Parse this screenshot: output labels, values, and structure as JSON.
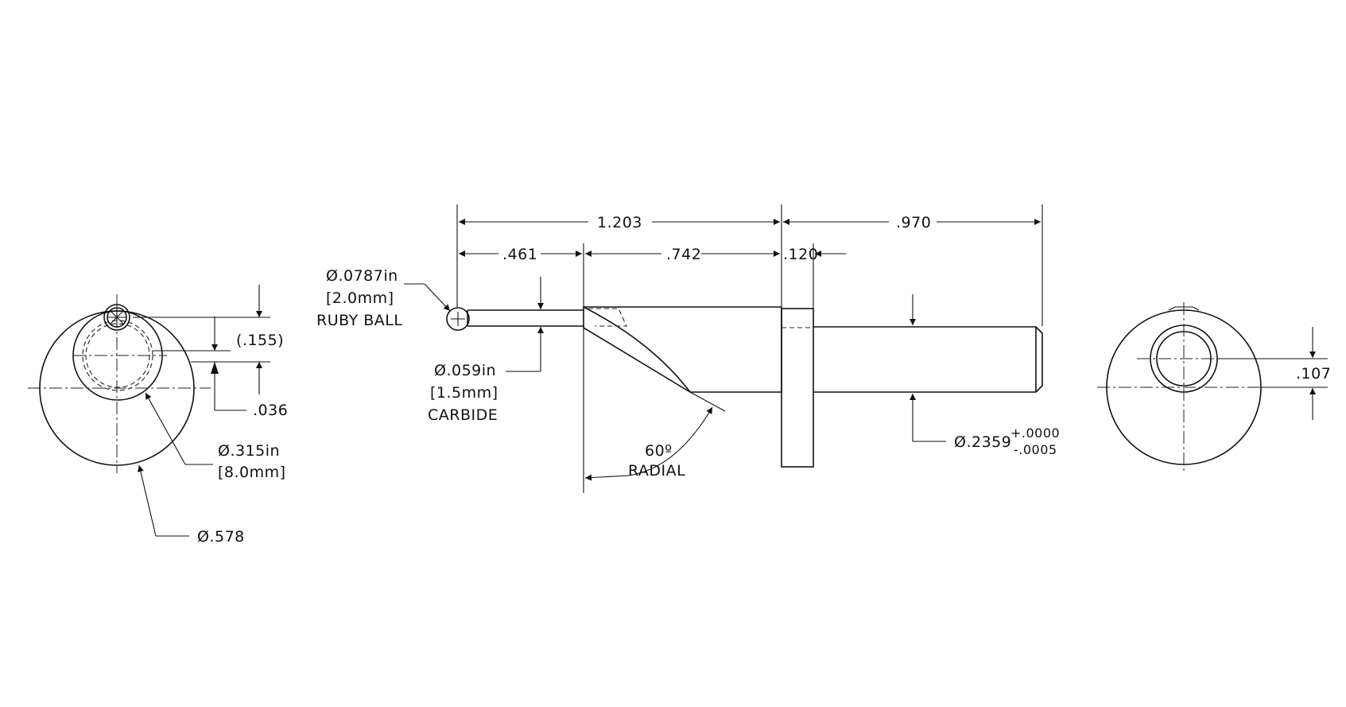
{
  "dimensions": {
    "overall_length": "1.203",
    "shank_length": ".970",
    "stem_length": ".461",
    "cutter_length": ".742",
    "flange_width": ".120",
    "ruby_ball_dia": "Ø.0787in",
    "ruby_ball_mm": "[2.0mm]",
    "ruby_ball_label": "RUBY BALL",
    "stem_dia": "Ø.059in",
    "stem_mm": "[1.5mm]",
    "stem_label": "CARBIDE",
    "angle": "60º",
    "angle_label": "RADIAL",
    "shank_dia": "Ø.2359",
    "shank_tol_plus": "+.0000",
    "shank_tol_minus": "-.0005",
    "offset_ref": "(.155)",
    "offset_small": ".036",
    "body_dia": "Ø.315in",
    "body_mm": "[8.0mm]",
    "outer_dia": "Ø.578",
    "right_offset": ".107"
  }
}
